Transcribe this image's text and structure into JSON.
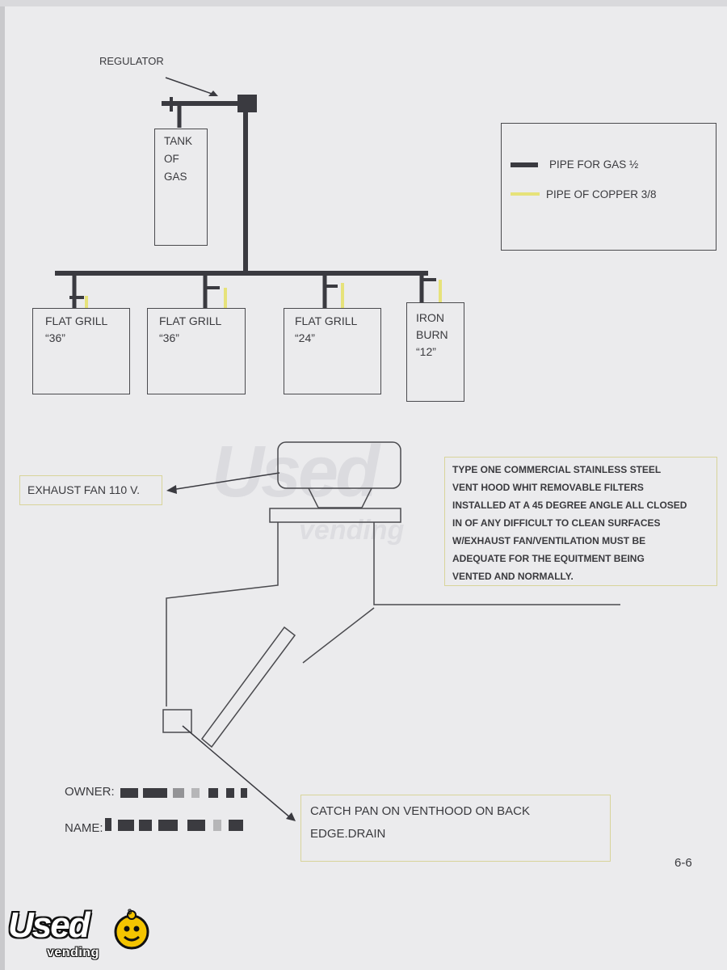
{
  "labels": {
    "regulator": "REGULATOR",
    "tank": [
      "TANK",
      "OF",
      "GAS"
    ],
    "exhaust_fan": "EXHAUST FAN 110 V.",
    "owner": "OWNER:",
    "name": "NAME:",
    "page_number": "6-6"
  },
  "legend": {
    "items": [
      {
        "label": "PIPE FOR GAS ½",
        "color": "#3a3a40"
      },
      {
        "label": "PIPE OF COPPER  3/8",
        "color": "#e6e27a"
      }
    ]
  },
  "appliances": [
    {
      "line1": "FLAT GRILL",
      "line2": "“36”",
      "line3": ""
    },
    {
      "line1": "FLAT GRILL",
      "line2": "“36”",
      "line3": ""
    },
    {
      "line1": "FLAT GRILL",
      "line2": "“24”",
      "line3": ""
    },
    {
      "line1": "IRON",
      "line2": "BURN",
      "line3": "“12”"
    }
  ],
  "hood_note": [
    "TYPE ONE COMMERCIAL STAINLESS STEEL",
    "VENT HOOD WHIT REMOVABLE FILTERS",
    "INSTALLED AT A 45 DEGREE ANGLE ALL CLOSED",
    "IN OF ANY DIFFICULT TO CLEAN SURFACES",
    "W/EXHAUST FAN/VENTILATION MUST BE",
    "ADEQUATE FOR THE EQUITMENT BEING",
    "VENTED AND NORMALLY."
  ],
  "catch_pan_note": [
    "CATCH PAN ON VENTHOOD ON BACK",
    "EDGE.DRAIN"
  ],
  "watermark": {
    "main": "Used",
    "sub": "vending"
  },
  "logo": {
    "main": "Used",
    "sub": "vending",
    "coin_symbol": "$"
  },
  "colors": {
    "gas_pipe": "#3a3a40",
    "copper_pipe": "#e6e27a",
    "paper": "#ebebed"
  }
}
